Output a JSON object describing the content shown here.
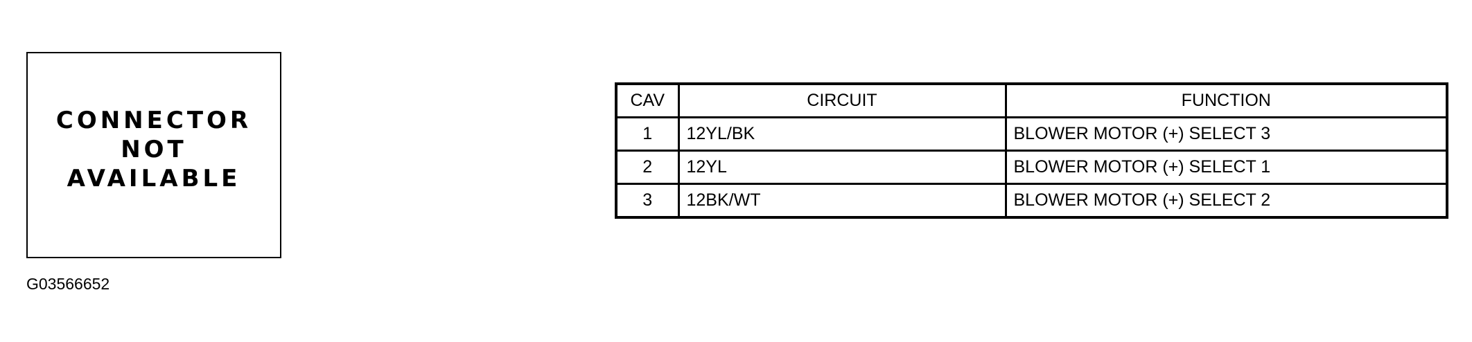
{
  "connector_placeholder": {
    "lines": [
      "CONNECTOR",
      "NOT",
      "AVAILABLE"
    ]
  },
  "figure_id": "G03566652",
  "pin_table": {
    "headers": {
      "cav": "CAV",
      "circuit": "CIRCUIT",
      "function": "FUNCTION"
    },
    "rows": [
      {
        "cav": "1",
        "circuit": "12YL/BK",
        "function": "BLOWER MOTOR (+) SELECT 3"
      },
      {
        "cav": "2",
        "circuit": "12YL",
        "function": "BLOWER MOTOR (+) SELECT 1"
      },
      {
        "cav": "3",
        "circuit": "12BK/WT",
        "function": "BLOWER MOTOR (+) SELECT 2"
      }
    ]
  }
}
